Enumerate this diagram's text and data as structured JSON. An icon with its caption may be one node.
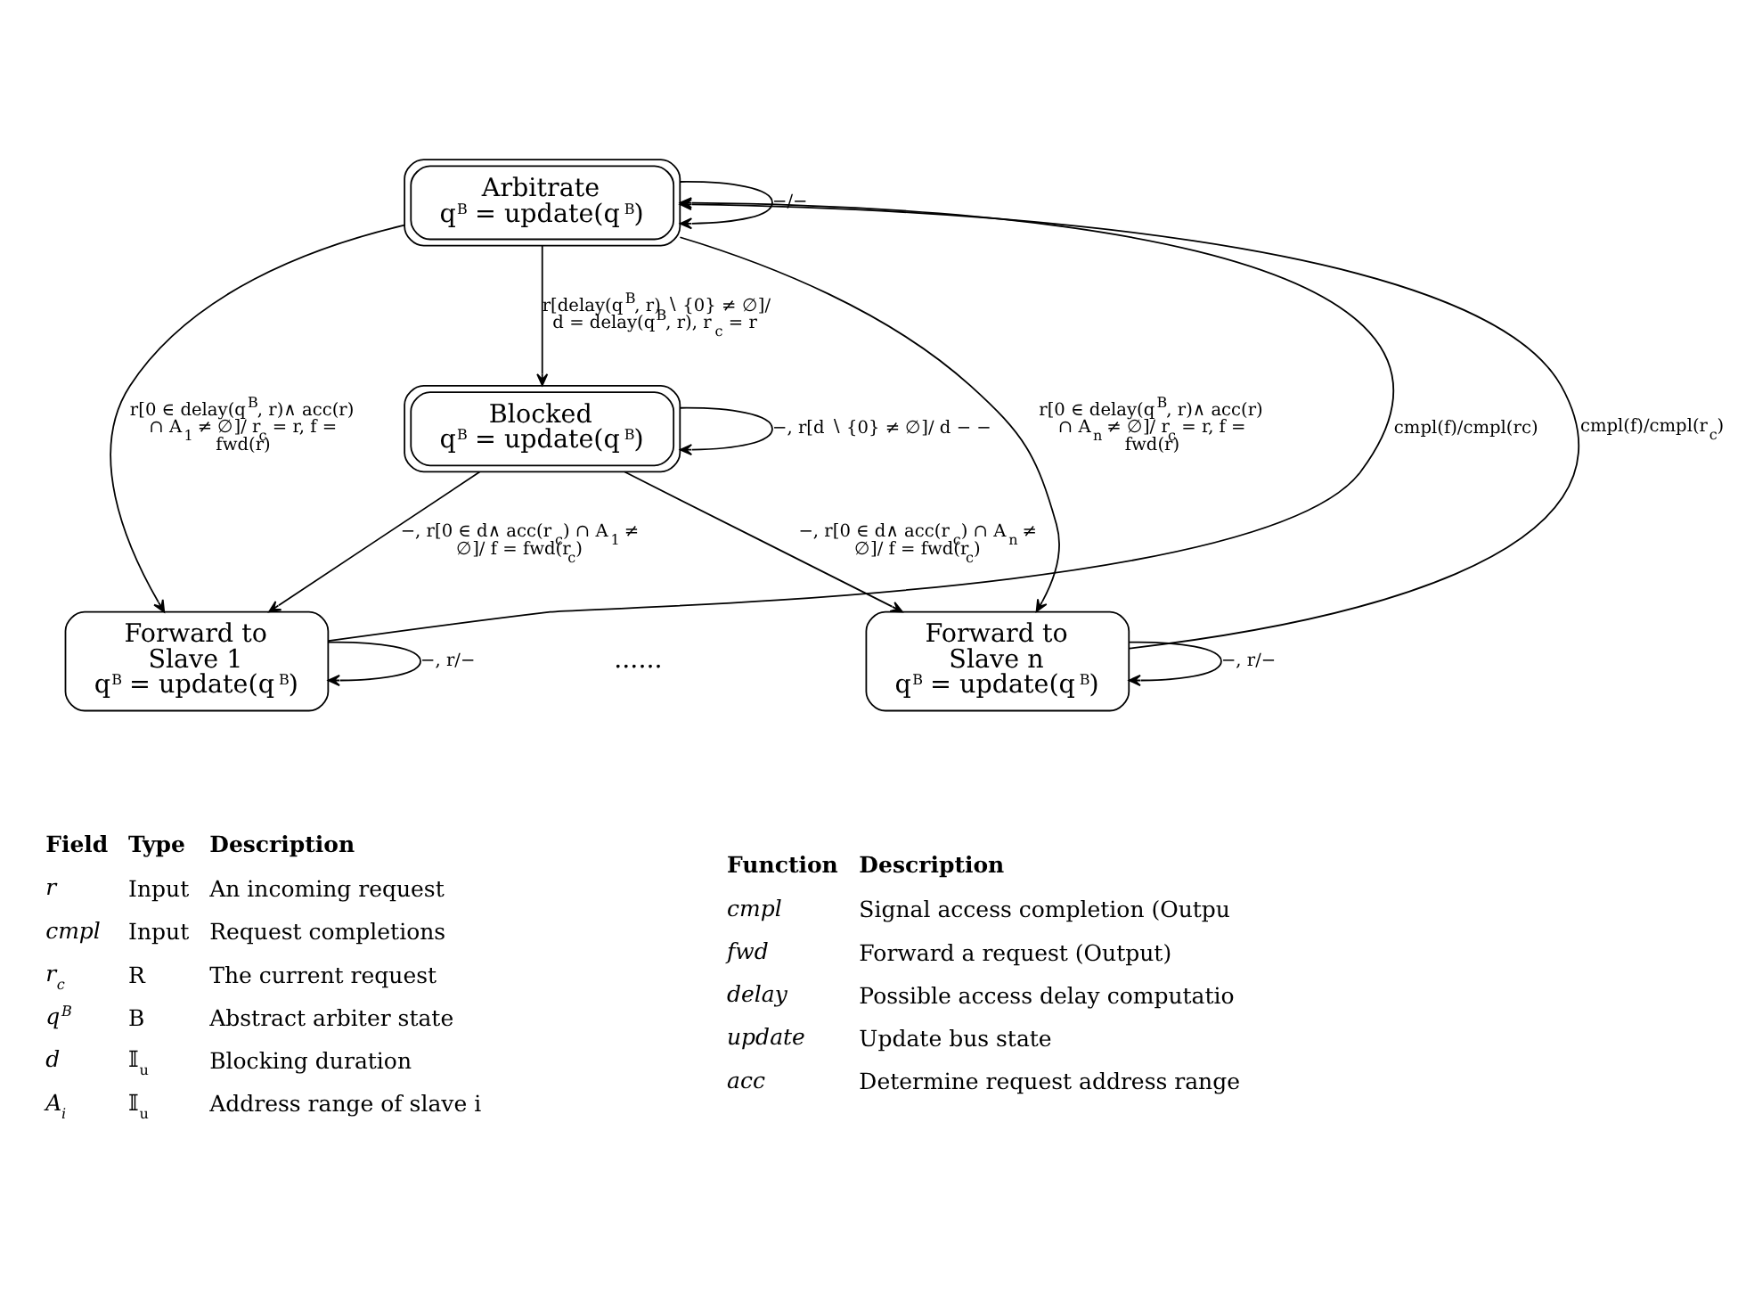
{
  "diagram": {
    "nodes": [
      {
        "text": [
          "Arbitrate",
          "q$^{B}$ = update(q$^{B}$)"
        ]
      },
      {
        "text": [
          "Blocked",
          "q$^{B}$ = update(q$^{B}$)"
        ]
      },
      {
        "text": [
          "Forward to Slave 1",
          "q$^{B}$ = update(q$^{B}$)"
        ]
      },
      {
        "text": [
          "Forward to Slave n",
          "q$^{B}$ = update(q$^{B}$)"
        ]
      }
    ],
    "edges": [
      {
        "from": 0,
        "to": 0,
        "arrow": "to",
        "label": "−/−"
      },
      {
        "from": 0,
        "to": 1,
        "arrow": "to",
        "label": "r[delay(q$^{B}$, r) ∖ {0} ≠ ∅]/ d = delay(q$^{B}$, r), r$_{c}$ = r"
      },
      {
        "from": 2,
        "to": 0,
        "arrow": "to",
        "label": "cmpl(f)/cmpl(rc)"
      },
      {
        "from": 0,
        "to": 2,
        "arrow": "to",
        "label": "r[0 ∈ delay(q$^{B}$, r)∧ acc(r) ∩ A$_{1}$ ≠ ∅]/ r$_{c}$ = r, f = fwd(r)"
      },
      {
        "from": 3,
        "to": 0,
        "arrow": "to",
        "label": "cmpl(f)/cmpl(r$_{c}$)"
      },
      {
        "from": 0,
        "to": 3,
        "arrow": "to",
        "label": "r[0 ∈ delay(q$^{B}$, r)∧ acc(r) ∩ A$_{n}$ ≠ ∅]/ r$_{c}$ = r, f = fwd(r)"
      },
      {
        "from": 1,
        "to": 1,
        "arrow": "to",
        "label": "−, r[d ∖ {0} ≠ ∅]/ d − −"
      },
      {
        "from": 1,
        "to": 2,
        "arrow": "to",
        "label": "−, r[0 ∈ d∧ acc(r$_{c}$) ∩ A$_{1}$ ≠ ∅]/ f = fwd(r$_{c}$)"
      },
      {
        "from": 1,
        "to": 3,
        "arrow": "to",
        "label": "−, r[0 ∈ d∧ acc(r$_{c}$) ∩ A$_{n}$ ≠ ∅]/ f = fwd(r$_{c}$)"
      },
      {
        "from": 2,
        "to": 2,
        "arrow": "to",
        "label": "−, r/−"
      },
      {
        "from": 3,
        "to": 3,
        "arrow": "to",
        "label": "−, r/−"
      }
    ],
    "labels": [
      "......",
      "Field",
      "Type",
      "Description",
      "r",
      "Input",
      "An incoming request",
      "cmpl",
      "Input",
      "Request completions",
      "r$_{c}$",
      "R",
      "The current request",
      "q$^{B}$",
      "B",
      "Abstract arbiter state",
      "d",
      "𝕀$_{u}$",
      "Blocking duration",
      "A$_{i}$",
      "𝕀$_{u}$",
      "Address range of slave i",
      "Function",
      "Description",
      "cmpl",
      "Signal access completion (Outpu",
      "fwd",
      "Forward a request (Output)",
      "delay",
      "Possible access delay computatio",
      "update",
      "Update bus state",
      "acc",
      "Determine request address range"
    ]
  }
}
